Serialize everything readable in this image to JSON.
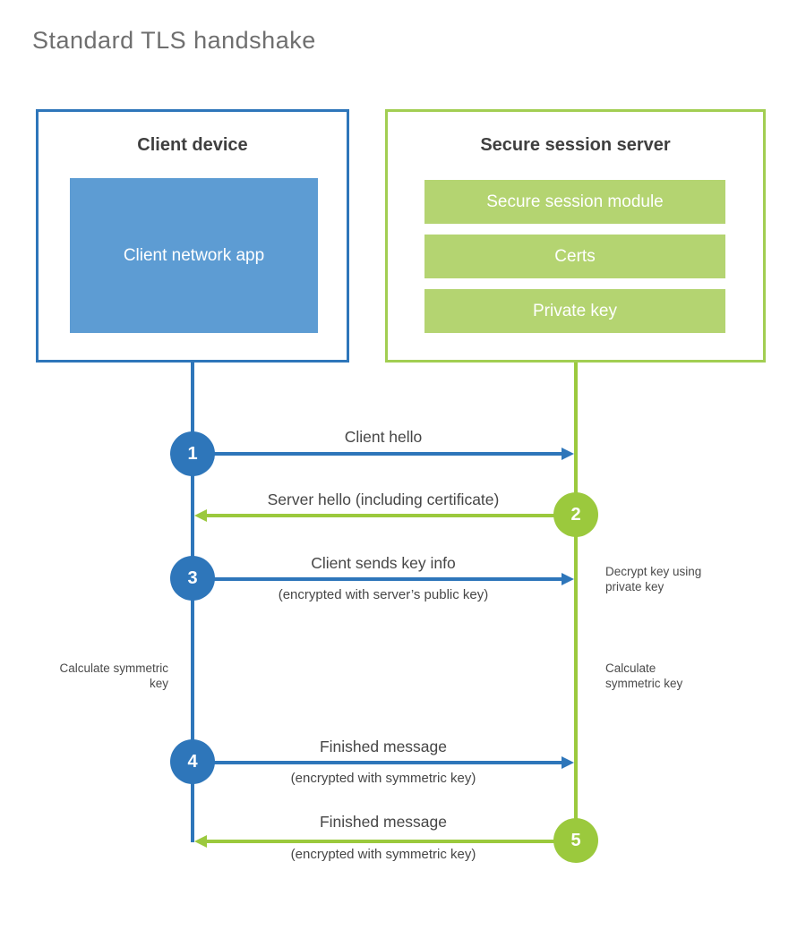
{
  "title": "Standard TLS handshake",
  "colors": {
    "blue": "#2e76ba",
    "blue_light": "#5d9cd3",
    "green": "#9bc93d",
    "green_light": "#b4d471",
    "green_border": "#a2ce52",
    "heading_text": "#3f3f3f",
    "label_text": "#464646",
    "title_text": "#6f6f6f"
  },
  "client": {
    "title": "Client device",
    "app_label": "Client network app"
  },
  "server": {
    "title": "Secure session server",
    "modules": [
      "Secure session module",
      "Certs",
      "Private key"
    ]
  },
  "steps": [
    {
      "num": "1",
      "label": "Client hello",
      "sublabel": ""
    },
    {
      "num": "2",
      "label": "Server hello (including certificate)",
      "sublabel": ""
    },
    {
      "num": "3",
      "label": "Client sends key info",
      "sublabel": "(encrypted with server’s public key)"
    },
    {
      "num": "4",
      "label": "Finished message",
      "sublabel": "(encrypted with symmetric key)"
    },
    {
      "num": "5",
      "label": "Finished message",
      "sublabel": "(encrypted with symmetric key)"
    }
  ],
  "notes": {
    "decrypt": "Decrypt key using private key",
    "calc_left": "Calculate symmetric key",
    "calc_right": "Calculate symmetric key"
  }
}
